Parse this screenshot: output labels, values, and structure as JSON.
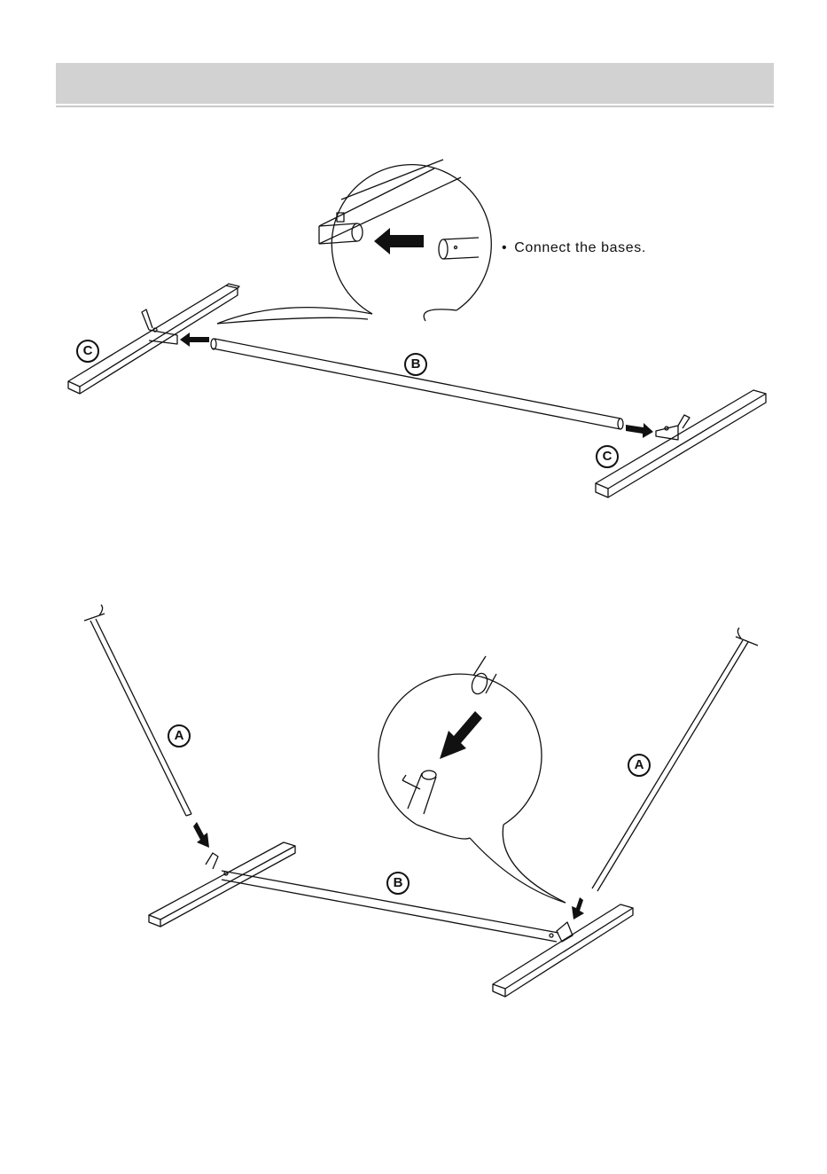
{
  "instructions": {
    "step1_note": "Connect the bases."
  },
  "parts": {
    "a": "A",
    "b": "B",
    "c": "C"
  },
  "colors": {
    "header_bar": "#d2d2d2",
    "line": "#111111"
  }
}
